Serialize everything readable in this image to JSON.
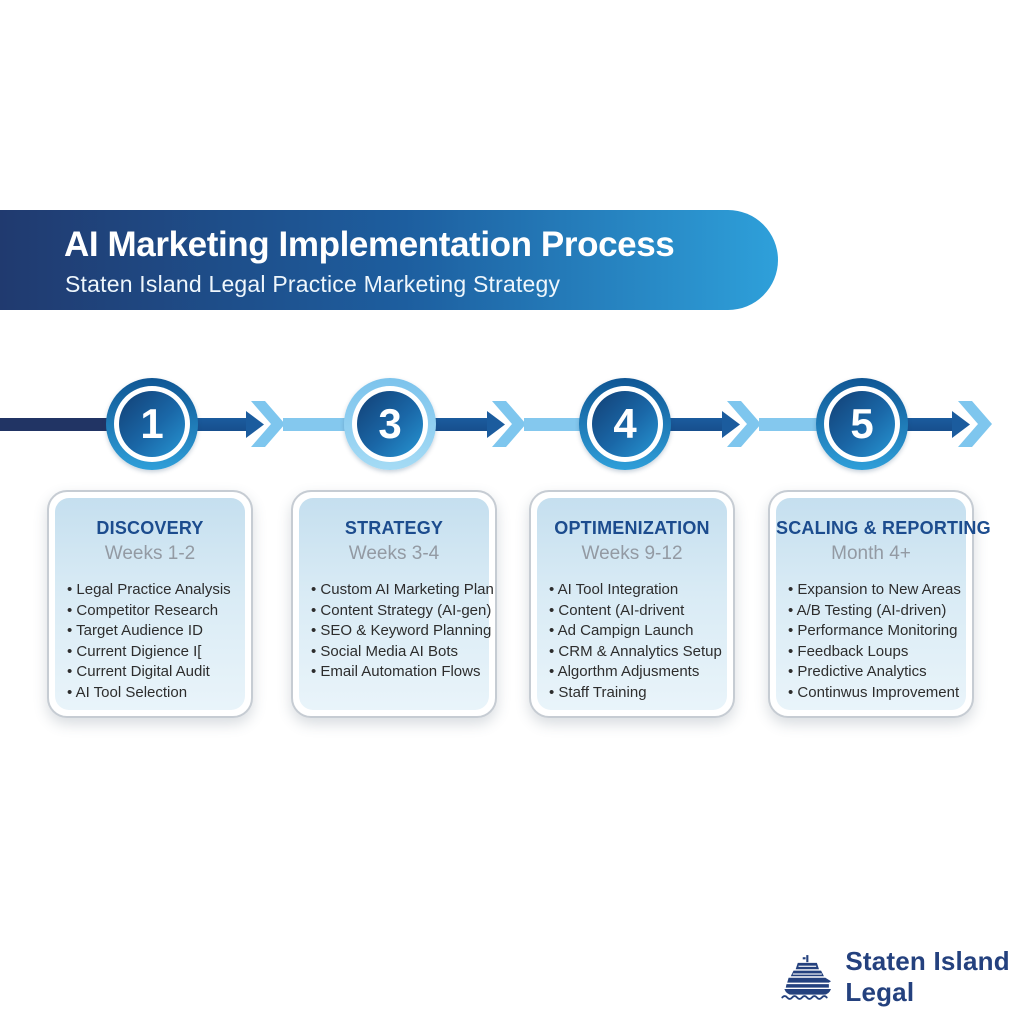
{
  "banner": {
    "title": "AI Marketing Implementation Process",
    "subtitle": "Staten Island Legal Practice Marketing Strategy"
  },
  "timeline": {
    "steps": [
      {
        "number": "1",
        "ring": "dark"
      },
      {
        "number": "3",
        "ring": "light"
      },
      {
        "number": "4",
        "ring": "dark"
      },
      {
        "number": "5",
        "ring": "dark"
      }
    ]
  },
  "cards": [
    {
      "title": "DISCOVERY",
      "subtitle": "Weeks 1-2",
      "items": [
        "Legal Practice Analysis",
        "Competitor Research",
        "Target Audience ID",
        "Current Digience I[",
        "Current Digital Audit",
        "AI Tool Selection"
      ]
    },
    {
      "title": "STRATEGY",
      "subtitle": "Weeks 3-4",
      "items": [
        "Custom AI Marketing Plan",
        "Content Strategy (AI-gen)",
        "SEO & Keyword Planning",
        "Social Media AI Bots",
        "Email Automation Flows"
      ]
    },
    {
      "title": "OPTIMENIZATION",
      "subtitle": "Weeks 9-12",
      "items": [
        "AI Tool Integration",
        "Content (AI-drivent",
        "Ad Campign Launch",
        "CRM & Annalytics Setup",
        "Algorthm Adjusments",
        "Staff Training"
      ]
    },
    {
      "title": "SCALING & REPORTING",
      "subtitle": "Month 4+",
      "items": [
        "Expansion to New Areas",
        "A/B Testing (AI-driven)",
        "Performance Monitoring",
        "Feedback Loups",
        "Predictive Analytics",
        "Continwus Improvement"
      ]
    }
  ],
  "footer": {
    "brand": "Staten Island Legal"
  },
  "colors": {
    "banner_left": "#203a6f",
    "banner_right": "#2ea0da",
    "timeline_dark": "#1b5c9e",
    "timeline_light": "#84c8ee",
    "card_title": "#1c4c8e",
    "card_subtitle": "#939aa3",
    "brand_navy": "#24417e"
  }
}
